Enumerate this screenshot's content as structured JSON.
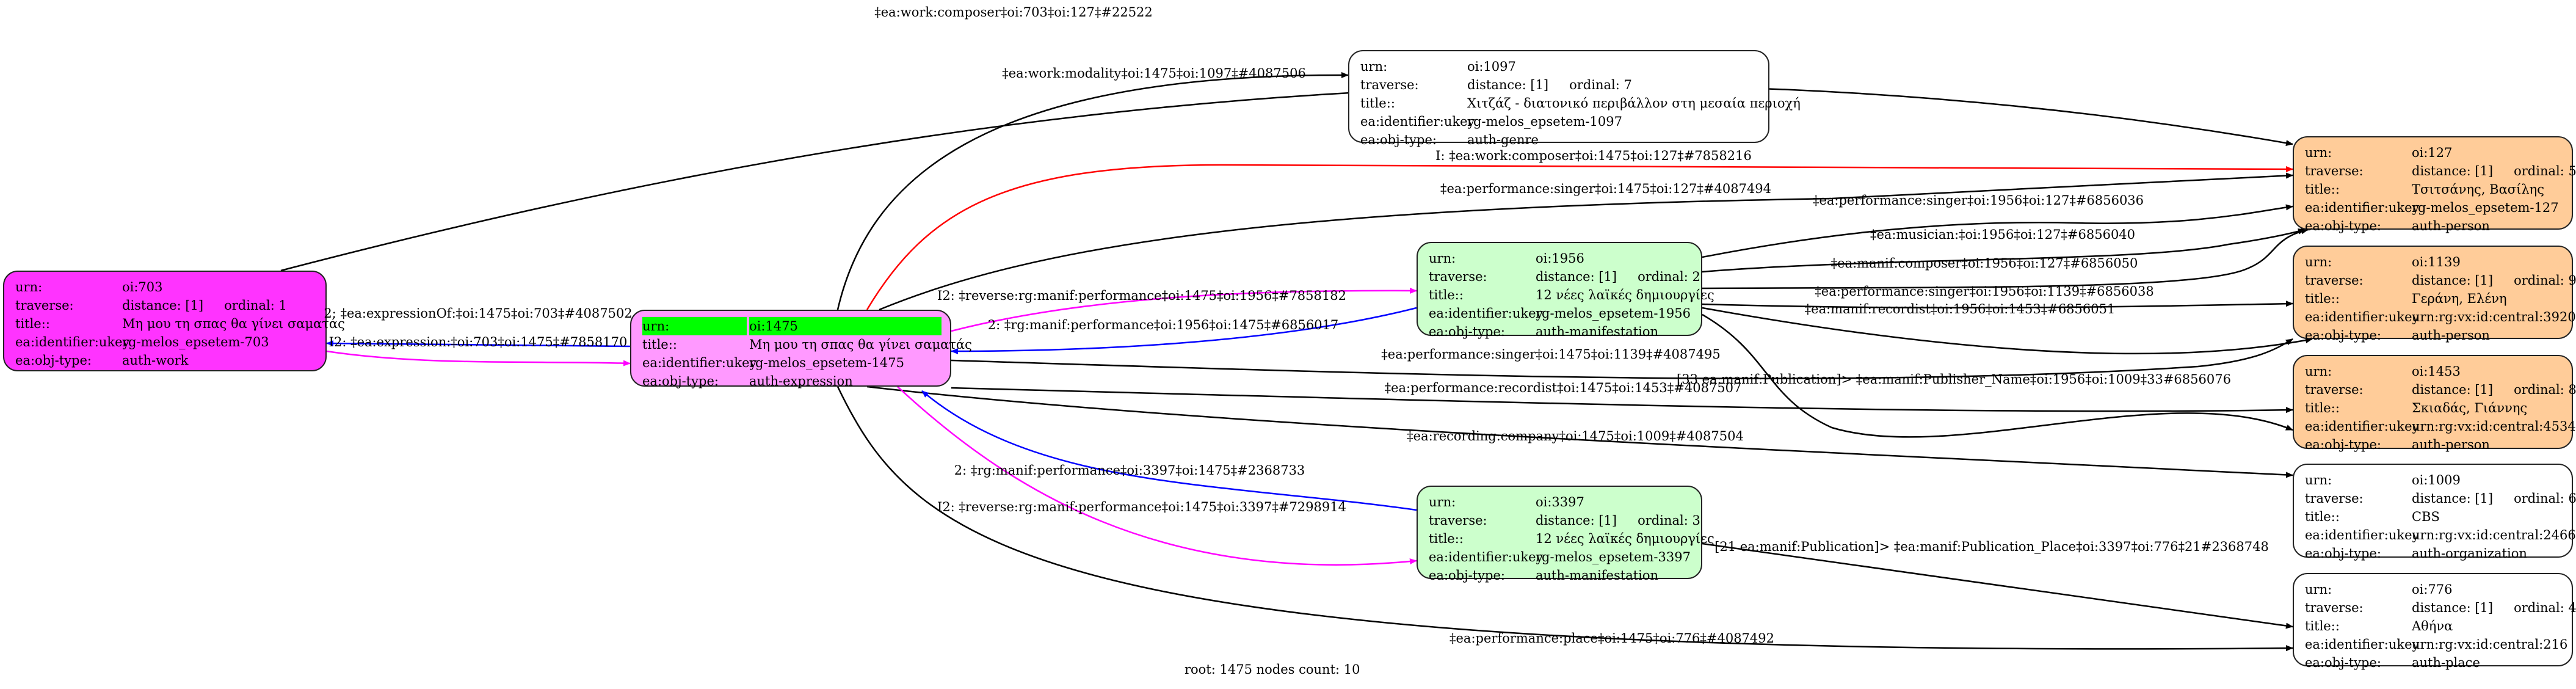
{
  "nodes": [
    {
      "id": "703",
      "cls": "work",
      "rows": [
        [
          "urn:",
          "oi:703"
        ],
        [
          "traverse:",
          "distance: [1]",
          "ordinal: 1"
        ],
        [
          "title::",
          "Μη μου τη σπας θα γίνει σαματάς"
        ],
        [
          "ea:identifier:ukey",
          "rg-melos_epsetem-703"
        ],
        [
          "ea:obj-type:",
          "auth-work"
        ]
      ]
    },
    {
      "id": "1475",
      "cls": "expr",
      "root": true,
      "rows": [
        [
          "urn:",
          "oi:1475"
        ],
        [
          "title::",
          "Μη μου τη σπας θα γίνει σαματάς"
        ],
        [
          "ea:identifier:ukey",
          "rg-melos_epsetem-1475"
        ],
        [
          "ea:obj-type:",
          "auth-expression"
        ]
      ]
    },
    {
      "id": "1097",
      "cls": "plain",
      "rows": [
        [
          "urn:",
          "oi:1097"
        ],
        [
          "traverse:",
          "distance: [1]",
          "ordinal: 7"
        ],
        [
          "title::",
          "Χιτζάζ - διατονικό περιβάλλον στη μεσαία περιοχή"
        ],
        [
          "ea:identifier:ukey",
          "rg-melos_epsetem-1097"
        ],
        [
          "ea:obj-type:",
          "auth-genre"
        ]
      ]
    },
    {
      "id": "1956",
      "cls": "manif",
      "rows": [
        [
          "urn:",
          "oi:1956"
        ],
        [
          "traverse:",
          "distance: [1]",
          "ordinal: 2"
        ],
        [
          "title::",
          "12 νέες λαϊκές δημιουργίες"
        ],
        [
          "ea:identifier:ukey",
          "rg-melos_epsetem-1956"
        ],
        [
          "ea:obj-type:",
          "auth-manifestation"
        ]
      ]
    },
    {
      "id": "3397",
      "cls": "manif",
      "rows": [
        [
          "urn:",
          "oi:3397"
        ],
        [
          "traverse:",
          "distance: [1]",
          "ordinal: 3"
        ],
        [
          "title::",
          "12 νέες λαϊκές δημιουργίες"
        ],
        [
          "ea:identifier:ukey",
          "rg-melos_epsetem-3397"
        ],
        [
          "ea:obj-type:",
          "auth-manifestation"
        ]
      ]
    },
    {
      "id": "127",
      "cls": "person",
      "rows": [
        [
          "urn:",
          "oi:127"
        ],
        [
          "traverse:",
          "distance: [1]",
          "ordinal: 5"
        ],
        [
          "title::",
          "Τσιτσάνης, Βασίλης"
        ],
        [
          "ea:identifier:ukey",
          "rg-melos_epsetem-127"
        ],
        [
          "ea:obj-type:",
          "auth-person"
        ]
      ]
    },
    {
      "id": "1139",
      "cls": "person",
      "rows": [
        [
          "urn:",
          "oi:1139"
        ],
        [
          "traverse:",
          "distance: [1]",
          "ordinal: 9"
        ],
        [
          "title::",
          "Γεράνη, Ελένη"
        ],
        [
          "ea:identifier:ukey",
          "urn:rg:vx:id:central:3920"
        ],
        [
          "ea:obj-type:",
          "auth-person"
        ]
      ]
    },
    {
      "id": "1453",
      "cls": "person",
      "rows": [
        [
          "urn:",
          "oi:1453"
        ],
        [
          "traverse:",
          "distance: [1]",
          "ordinal: 8"
        ],
        [
          "title::",
          "Σκιαδάς, Γιάννης"
        ],
        [
          "ea:identifier:ukey",
          "urn:rg:vx:id:central:4534"
        ],
        [
          "ea:obj-type:",
          "auth-person"
        ]
      ]
    },
    {
      "id": "1009",
      "cls": "plain",
      "rows": [
        [
          "urn:",
          "oi:1009"
        ],
        [
          "traverse:",
          "distance: [1]",
          "ordinal: 6"
        ],
        [
          "title::",
          "CBS"
        ],
        [
          "ea:identifier:ukey",
          "urn:rg:vx:id:central:2466"
        ],
        [
          "ea:obj-type:",
          "auth-organization"
        ]
      ]
    },
    {
      "id": "776",
      "cls": "plain",
      "rows": [
        [
          "urn:",
          "oi:776"
        ],
        [
          "traverse:",
          "distance: [1]",
          "ordinal: 4"
        ],
        [
          "title::",
          "Αθήνα"
        ],
        [
          "ea:identifier:ukey",
          "urn:rg:vx:id:central:216"
        ],
        [
          "ea:obj-type:",
          "auth-place"
        ]
      ]
    }
  ],
  "edges": [
    {
      "from": "703",
      "to": "127",
      "color": "black",
      "label": "‡ea:work:composer‡oi:703‡oi:127‡#22522"
    },
    {
      "from": "1475",
      "to": "1097",
      "color": "black",
      "label": "‡ea:work:modality‡oi:1475‡oi:1097‡#4087506"
    },
    {
      "from": "1475",
      "to": "127",
      "color": "red",
      "label": "I: ‡ea:work:composer‡oi:1475‡oi:127‡#7858216"
    },
    {
      "from": "1475",
      "to": "127",
      "color": "black",
      "label": "‡ea:performance:singer‡oi:1475‡oi:127‡#4087494"
    },
    {
      "from": "1956",
      "to": "127",
      "color": "black",
      "label": "‡ea:performance:singer‡oi:1956‡oi:127‡#6856036"
    },
    {
      "from": "1956",
      "to": "127",
      "color": "black",
      "label": "‡ea:musician:‡oi:1956‡oi:127‡#6856040"
    },
    {
      "from": "1956",
      "to": "127",
      "color": "black",
      "label": "‡ea:manif:composer‡oi:1956‡oi:127‡#6856050"
    },
    {
      "from": "1956",
      "to": "1139",
      "color": "black",
      "label": "‡ea:performance:singer‡oi:1956‡oi:1139‡#6856038"
    },
    {
      "from": "1956",
      "to": "1453",
      "color": "black",
      "label": "‡ea:manif:recordist‡oi:1956‡oi:1453‡#6856051"
    },
    {
      "from": "1475",
      "to": "703",
      "color": "blue",
      "label": "2: ‡ea:expressionOf:‡oi:1475‡oi:703‡#4087502"
    },
    {
      "from": "703",
      "to": "1475",
      "color": "magenta",
      "label": "I2: ‡ea:expression:‡oi:703‡oi:1475‡#7858170"
    },
    {
      "from": "1475",
      "to": "1956",
      "color": "magenta",
      "label": "I2: ‡reverse:rg:manif:performance‡oi:1475‡oi:1956‡#7858182"
    },
    {
      "from": "1956",
      "to": "1475",
      "color": "blue",
      "label": "2: ‡rg:manif:performance‡oi:1956‡oi:1475‡#6856017"
    },
    {
      "from": "1475",
      "to": "1139",
      "color": "black",
      "label": "‡ea:performance:singer‡oi:1475‡oi:1139‡#4087495"
    },
    {
      "from": "1956",
      "to": "1009",
      "color": "black",
      "label": "[33 ea:manif:Publication]> ‡ea:manif:Publisher_Name‡oi:1956‡oi:1009‡33#6856076"
    },
    {
      "from": "1475",
      "to": "1453",
      "color": "black",
      "label": "‡ea:performance:recordist‡oi:1475‡oi:1453‡#4087507"
    },
    {
      "from": "1475",
      "to": "1009",
      "color": "black",
      "label": "‡ea:recording:company‡oi:1475‡oi:1009‡#4087504"
    },
    {
      "from": "3397",
      "to": "1475",
      "color": "blue",
      "label": "2: ‡rg:manif:performance‡oi:3397‡oi:1475‡#2368733"
    },
    {
      "from": "1475",
      "to": "3397",
      "color": "magenta",
      "label": "I2: ‡reverse:rg:manif:performance‡oi:1475‡oi:3397‡#7298914"
    },
    {
      "from": "3397",
      "to": "776",
      "color": "black",
      "label": "[21 ea:manif:Publication]> ‡ea:manif:Publication_Place‡oi:3397‡oi:776‡21#2368748"
    },
    {
      "from": "1475",
      "to": "776",
      "color": "black",
      "label": "‡ea:performance:place‡oi:1475‡oi:776‡#4087492"
    }
  ],
  "colors": {
    "black": "#000000",
    "red": "#ff0000",
    "blue": "#0000ff",
    "magenta": "#ff00ff",
    "work": "#ff33ff",
    "expression": "#ff99ff",
    "manifestation": "#ccffcc",
    "person": "#ffcc99",
    "root_highlight": "#00ff00"
  },
  "footer": "root: 1475 nodes count: 10"
}
